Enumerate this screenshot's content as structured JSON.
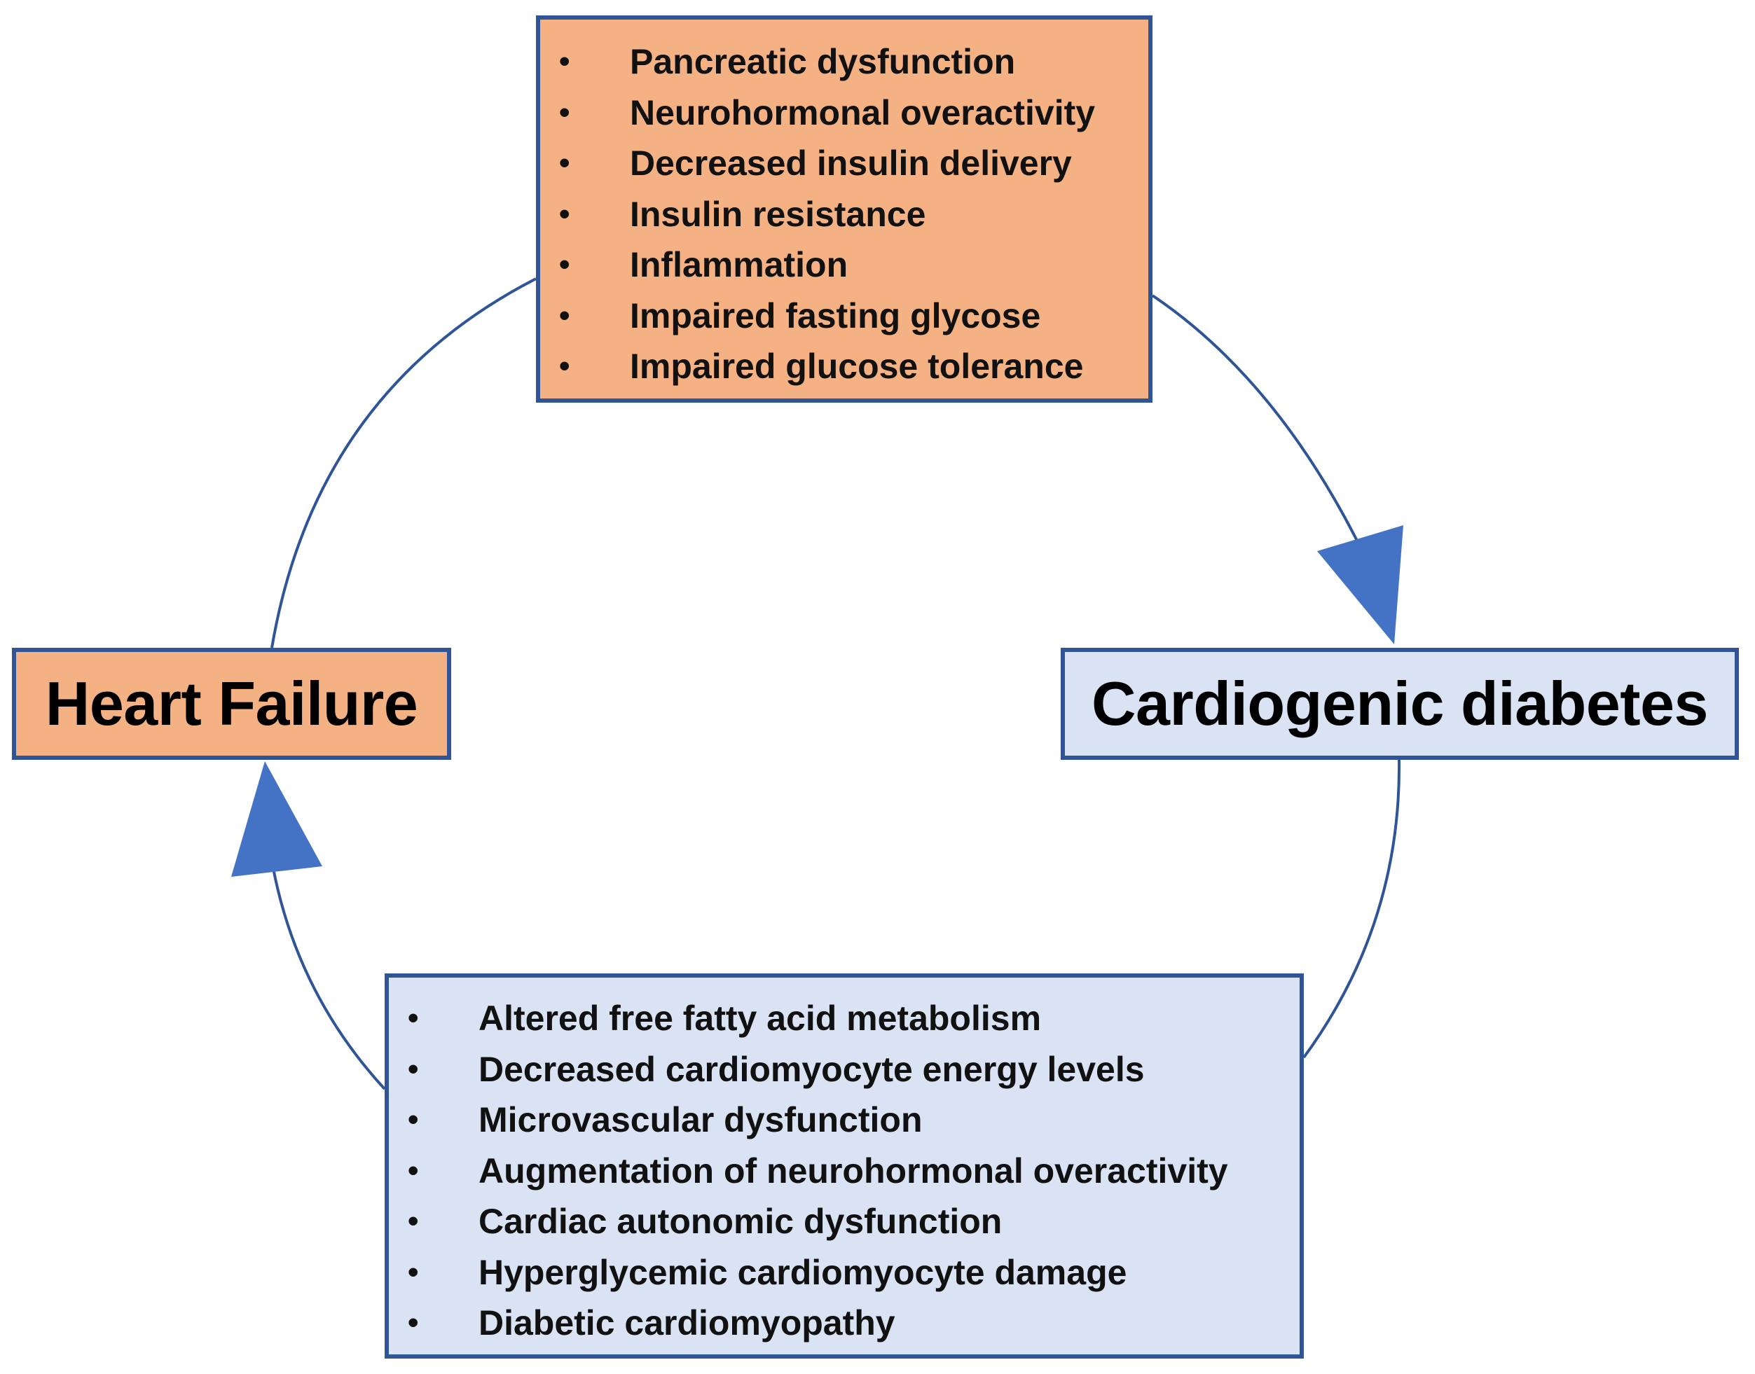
{
  "nodes": {
    "heart_failure": {
      "label": "Heart Failure"
    },
    "cardiogenic_diabetes": {
      "label": "Cardiogenic diabetes"
    }
  },
  "hf_to_diabetes_mechanisms": {
    "items": [
      "Pancreatic dysfunction",
      "Neurohormonal overactivity",
      "Decreased insulin delivery",
      "Insulin resistance",
      "Inflammation",
      "Impaired fasting glycose",
      "Impaired glucose tolerance"
    ]
  },
  "diabetes_to_hf_mechanisms": {
    "items": [
      "Altered free fatty acid metabolism",
      "Decreased cardiomyocyte energy levels",
      "Microvascular dysfunction",
      "Augmentation of neurohormonal overactivity",
      "Cardiac autonomic dysfunction",
      "Hyperglycemic cardiomyocyte damage",
      "Diabetic cardiomyopathy"
    ]
  },
  "colors": {
    "orange_fill": "#f4b183",
    "blue_fill": "#dae3f3",
    "border": "#2f5597",
    "connector": "#2f5597",
    "arrowhead": "#4472c4"
  }
}
